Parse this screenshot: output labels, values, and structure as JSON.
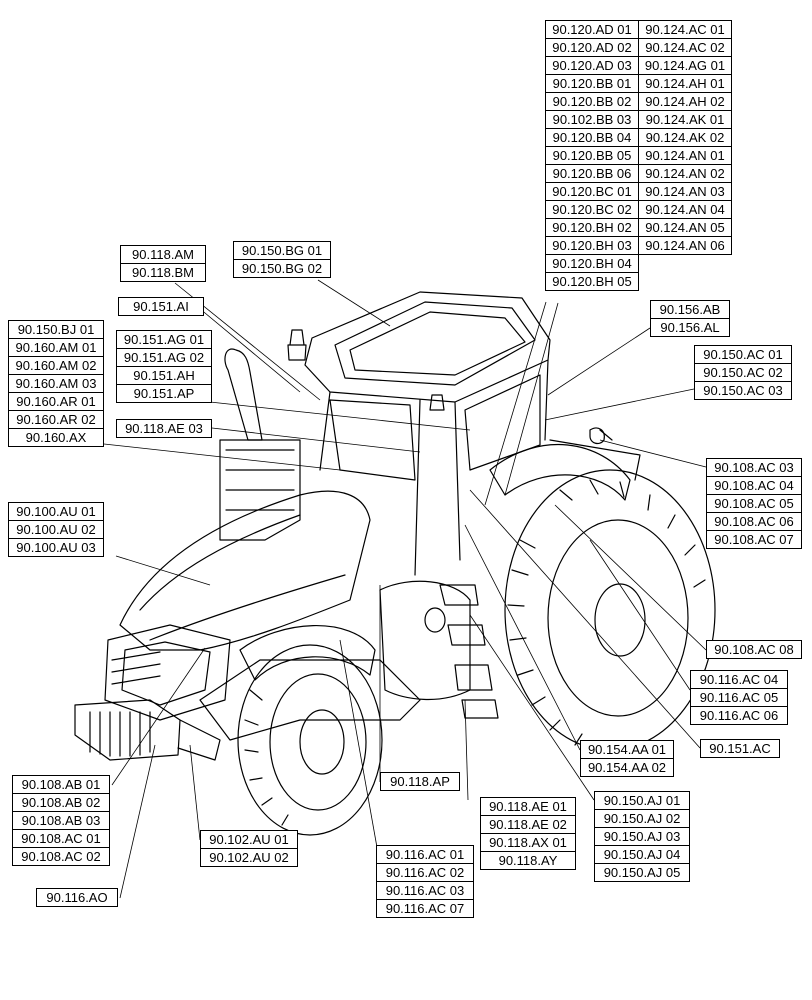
{
  "diagram": {
    "subject": "tractor",
    "callouts": {
      "g_top_a": [
        "90.120.AD 01",
        "90.120.AD 02",
        "90.120.AD 03",
        "90.120.BB 01",
        "90.120.BB 02",
        "90.102.BB 03",
        "90.120.BB 04",
        "90.120.BB 05",
        "90.120.BB 06",
        "90.120.BC 01",
        "90.120.BC 02",
        "90.120.BH 02",
        "90.120.BH 03",
        "90.120.BH 04",
        "90.120.BH 05"
      ],
      "g_top_b": [
        "90.124.AC 01",
        "90.124.AC 02",
        "90.124.AG 01",
        "90.124.AH 01",
        "90.124.AH 02",
        "90.124.AK 01",
        "90.124.AK 02",
        "90.124.AN 01",
        "90.124.AN 02",
        "90.124.AN 03",
        "90.124.AN 04",
        "90.124.AN 05",
        "90.124.AN 06"
      ],
      "g_118am": [
        "90.118.AM",
        "90.118.BM"
      ],
      "g_150bg": [
        "90.150.BG 01",
        "90.150.BG 02"
      ],
      "g_151ai": [
        "90.151.AI"
      ],
      "g_156": [
        "90.156.AB",
        "90.156.AL"
      ],
      "g_150bj": [
        "90.150.BJ 01",
        "90.160.AM 01",
        "90.160.AM 02",
        "90.160.AM 03",
        "90.160.AR 01",
        "90.160.AR 02",
        "90.160.AX"
      ],
      "g_151ag": [
        "90.151.AG 01",
        "90.151.AG 02",
        "90.151.AH",
        "90.151.AP"
      ],
      "g_150ac": [
        "90.150.AC 01",
        "90.150.AC 02",
        "90.150.AC 03"
      ],
      "g_118ae03": [
        "90.118.AE 03"
      ],
      "g_108ac": [
        "90.108.AC 03",
        "90.108.AC 04",
        "90.108.AC 05",
        "90.108.AC 06",
        "90.108.AC 07"
      ],
      "g_100au": [
        "90.100.AU 01",
        "90.100.AU 02",
        "90.100.AU 03"
      ],
      "g_108ac08": [
        "90.108.AC 08"
      ],
      "g_116ac_r": [
        "90.116.AC 04",
        "90.116.AC 05",
        "90.116.AC 06"
      ],
      "g_154aa": [
        "90.154.AA 01",
        "90.154.AA 02"
      ],
      "g_151ac": [
        "90.151.AC"
      ],
      "g_108ab": [
        "90.108.AB 01",
        "90.108.AB 02",
        "90.108.AB 03",
        "90.108.AC 01",
        "90.108.AC 02"
      ],
      "g_118ap": [
        "90.118.AP"
      ],
      "g_118ae": [
        "90.118.AE 01",
        "90.118.AE 02",
        "90.118.AX 01",
        "90.118.AY"
      ],
      "g_150aj": [
        "90.150.AJ 01",
        "90.150.AJ 02",
        "90.150.AJ 03",
        "90.150.AJ 04",
        "90.150.AJ 05"
      ],
      "g_102au": [
        "90.102.AU 01",
        "90.102.AU 02"
      ],
      "g_116ac_b": [
        "90.116.AC 01",
        "90.116.AC 02",
        "90.116.AC 03",
        "90.116.AC 07"
      ],
      "g_116ao": [
        "90.116.AO"
      ]
    }
  }
}
